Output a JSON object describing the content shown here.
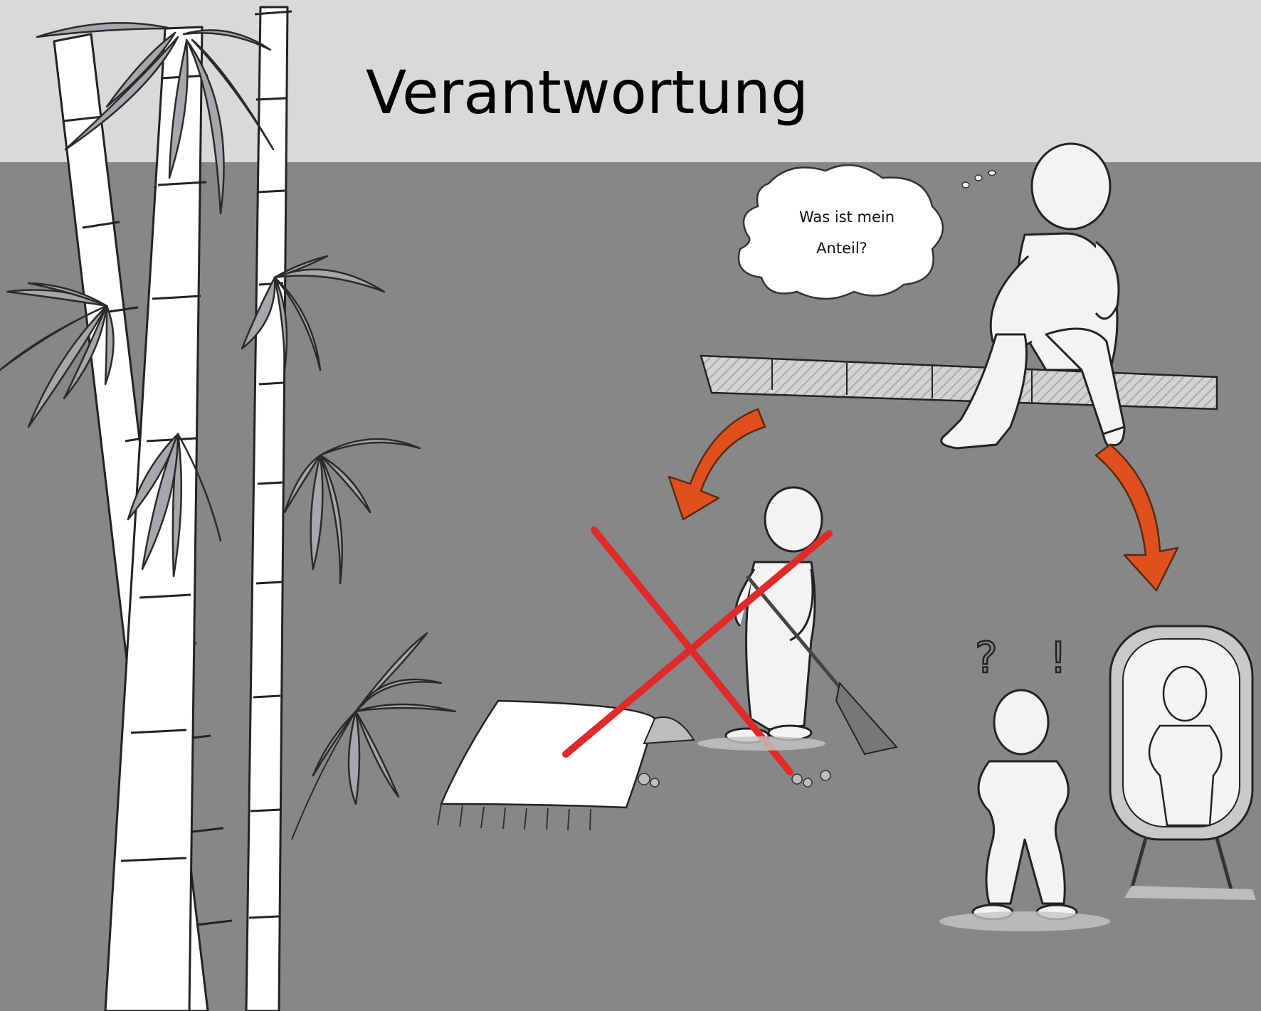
{
  "slide": {
    "title": "Verantwortung"
  },
  "thought_bubble": {
    "line1": "Was ist mein",
    "line2": "Anteil?"
  },
  "marks": {
    "question": "?",
    "exclamation": "!"
  },
  "colors": {
    "header_bg": "#d9d9d9",
    "slide_bg": "#878787",
    "arrow": "#e0501e",
    "cross": "#e02a2a",
    "leaf": "#a6a6ab"
  }
}
